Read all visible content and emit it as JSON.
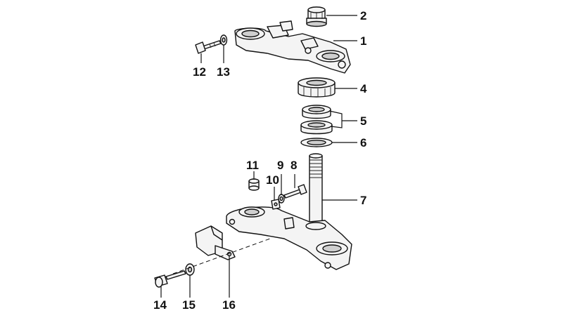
{
  "diagram": {
    "callouts": [
      {
        "id": "c1",
        "label": "1"
      },
      {
        "id": "c2",
        "label": "2"
      },
      {
        "id": "c4",
        "label": "4"
      },
      {
        "id": "c5",
        "label": "5"
      },
      {
        "id": "c6",
        "label": "6"
      },
      {
        "id": "c7",
        "label": "7"
      },
      {
        "id": "c8",
        "label": "8"
      },
      {
        "id": "c9",
        "label": "9"
      },
      {
        "id": "c10",
        "label": "10"
      },
      {
        "id": "c11",
        "label": "11"
      },
      {
        "id": "c12",
        "label": "12"
      },
      {
        "id": "c13",
        "label": "13"
      },
      {
        "id": "c14",
        "label": "14"
      },
      {
        "id": "c15",
        "label": "15"
      },
      {
        "id": "c16",
        "label": "16"
      }
    ]
  }
}
